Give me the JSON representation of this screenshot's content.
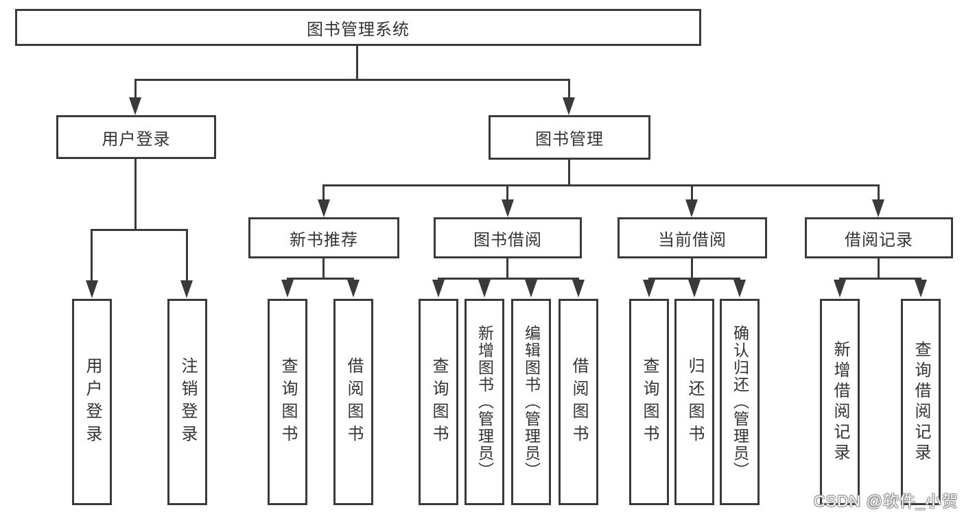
{
  "diagram_type": "hierarchy-tree",
  "colors": {
    "line": "#3a3a3a",
    "box_border": "#3a3a3a",
    "box_fill": "#ffffff",
    "text": "#333333",
    "watermark_text": "#fbfbfb"
  },
  "nodes": {
    "root": "图书管理系统",
    "level2": [
      {
        "label": "用户登录"
      },
      {
        "label": "图书管理"
      }
    ],
    "level3": [
      {
        "label": "新书推荐",
        "parent": "图书管理"
      },
      {
        "label": "图书借阅",
        "parent": "图书管理"
      },
      {
        "label": "当前借阅",
        "parent": "图书管理"
      },
      {
        "label": "借阅记录",
        "parent": "图书管理"
      }
    ],
    "leaves": [
      {
        "label": "用户登录",
        "parent": "用户登录"
      },
      {
        "label": "注销登录",
        "parent": "用户登录"
      },
      {
        "label": "查询图书",
        "parent": "新书推荐"
      },
      {
        "label": "借阅图书",
        "parent": "新书推荐"
      },
      {
        "label": "查询图书",
        "parent": "图书借阅"
      },
      {
        "label": "新增图书（管理员）",
        "parent": "图书借阅"
      },
      {
        "label": "编辑图书（管理员）",
        "parent": "图书借阅"
      },
      {
        "label": "借阅图书",
        "parent": "图书借阅"
      },
      {
        "label": "查询图书",
        "parent": "当前借阅"
      },
      {
        "label": "归还图书",
        "parent": "当前借阅"
      },
      {
        "label": "确认归还（管理员）",
        "parent": "当前借阅"
      },
      {
        "label": "新增借阅记录",
        "parent": "借阅记录"
      },
      {
        "label": "查询借阅记录",
        "parent": "借阅记录"
      }
    ]
  },
  "watermark": "CSDN @软件_小贺同学"
}
